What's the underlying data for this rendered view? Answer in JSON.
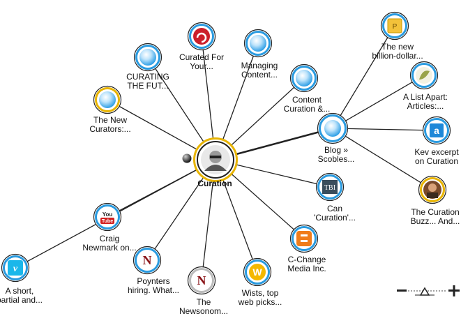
{
  "colors": {
    "edge": "#222222",
    "ring_blue": "#2a9be0",
    "ring_gold": "#e8b400",
    "bubble_light": "#ffffff",
    "bubble_mid": "#bfe4fb",
    "bubble_dark": "#2f9fe6"
  },
  "center": {
    "label": "Curation",
    "icon": "avatar-icon"
  },
  "hub": {
    "label": [
      "Blog »",
      "Scobles..."
    ],
    "icon": "bubble-icon"
  },
  "nodes": [
    {
      "id": "curating-future",
      "label": [
        "CURATING",
        "THE FUT..."
      ],
      "icon": "bubble-icon",
      "ring": "blue"
    },
    {
      "id": "curated-for-your",
      "label": [
        "Curated For",
        "Your..."
      ],
      "icon": "red-swirl-icon",
      "ring": "blue"
    },
    {
      "id": "managing-content",
      "label": [
        "Managing",
        "Content..."
      ],
      "icon": "bubble-icon",
      "ring": "blue"
    },
    {
      "id": "content-curation",
      "label": [
        "Content",
        "Curation &..."
      ],
      "icon": "bubble-icon",
      "ring": "blue"
    },
    {
      "id": "new-curators",
      "label": [
        "The New",
        "Curators:..."
      ],
      "icon": "bubble-icon",
      "ring": "gold"
    },
    {
      "id": "can-curation",
      "label": [
        "Can",
        "'Curation'..."
      ],
      "icon": "tbi-icon",
      "ring": "blue"
    },
    {
      "id": "c-change",
      "label": [
        "C-Change",
        "Media Inc."
      ],
      "icon": "blogger-icon",
      "ring": "blue"
    },
    {
      "id": "wists",
      "label": [
        "Wists, top",
        "web picks..."
      ],
      "icon": "w-logo-icon",
      "ring": "blue"
    },
    {
      "id": "newsonomics",
      "label": [
        "The",
        "Newsonom..."
      ],
      "icon": "n-logo-icon",
      "ring": "gray"
    },
    {
      "id": "poynters",
      "label": [
        "Poynters",
        "hiring. What..."
      ],
      "icon": "n-logo-icon",
      "ring": "blue"
    },
    {
      "id": "craig-newmark",
      "label": [
        "Craig",
        "Newmark on..."
      ],
      "icon": "youtube-icon",
      "ring": "blue"
    },
    {
      "id": "a-short",
      "label": [
        "A short,",
        "partial and..."
      ],
      "icon": "vimeo-icon",
      "ring": "blue"
    },
    {
      "id": "billion-dollar",
      "label": [
        "The new",
        "billion-dollar..."
      ],
      "icon": "p-logo-icon",
      "ring": "blue"
    },
    {
      "id": "list-apart",
      "label": [
        "A List Apart:",
        "Articles:..."
      ],
      "icon": "leaf-icon",
      "ring": "blue"
    },
    {
      "id": "kev-excerpt",
      "label": [
        "Kev excerpt",
        "on Curation"
      ],
      "icon": "a-logo-icon",
      "ring": "blue"
    },
    {
      "id": "curation-buzz",
      "label": [
        "The Curation",
        "Buzz... And..."
      ],
      "icon": "portrait-icon",
      "ring": "gold"
    }
  ],
  "zoom": {
    "minus": "−",
    "plus": "+",
    "icon": "zoom-slider-icon"
  }
}
